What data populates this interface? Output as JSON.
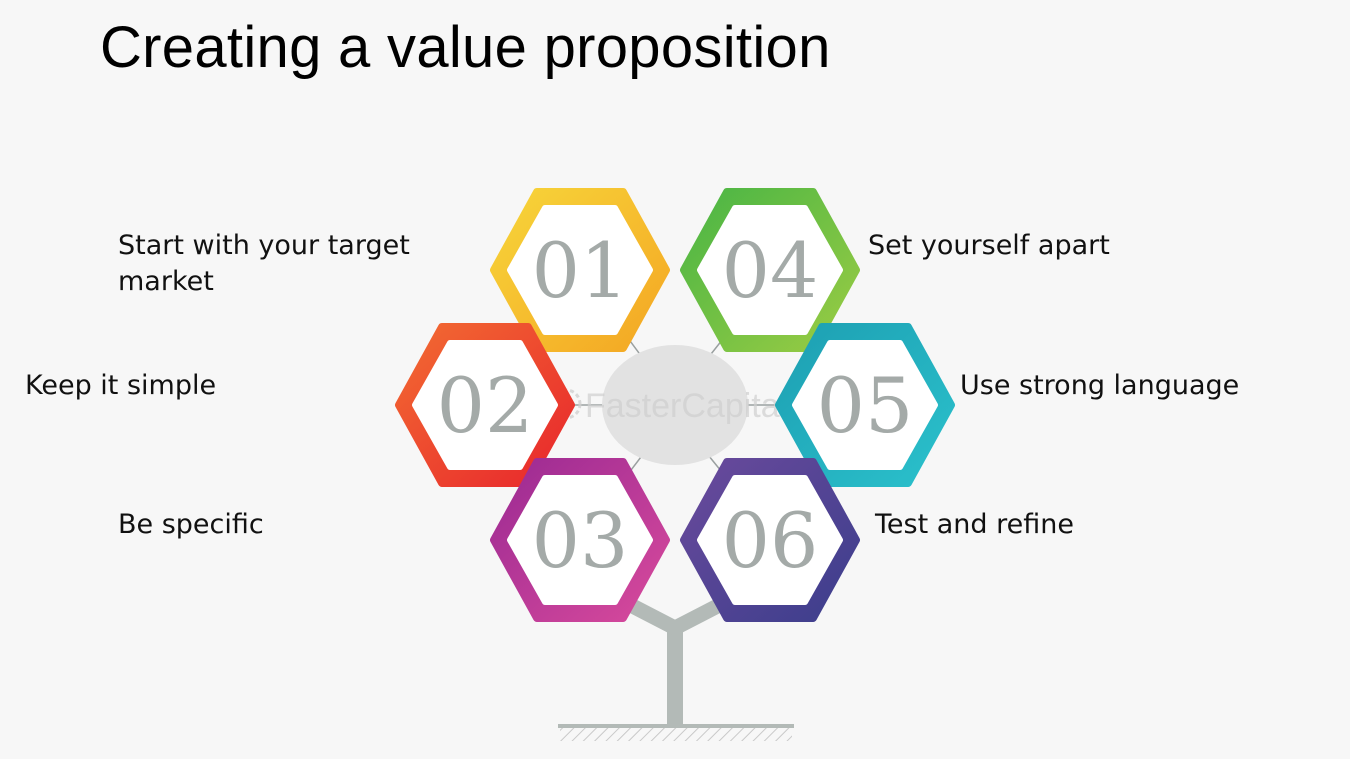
{
  "title": "Creating a value proposition",
  "watermark": "FasterCapital",
  "steps": [
    {
      "number": "01",
      "label": "Start with your target market",
      "color_from": "#f7d53a",
      "color_to": "#f4a623"
    },
    {
      "number": "02",
      "label": "Keep it simple",
      "color_from": "#f26b32",
      "color_to": "#e8262c"
    },
    {
      "number": "03",
      "label": "Be specific",
      "color_from": "#9b2a93",
      "color_to": "#d84a9c"
    },
    {
      "number": "04",
      "label": "Set yourself apart",
      "color_from": "#49b545",
      "color_to": "#9bcc43"
    },
    {
      "number": "05",
      "label": "Use strong language",
      "color_from": "#1d9fb2",
      "color_to": "#2bc1cc"
    },
    {
      "number": "06",
      "label": "Test and refine",
      "color_from": "#6a4a9c",
      "color_to": "#3c3e8c"
    }
  ],
  "colors": {
    "trunk": "#b3bab7",
    "center": "#e2e2e2",
    "connector": "#9aa0a0"
  }
}
